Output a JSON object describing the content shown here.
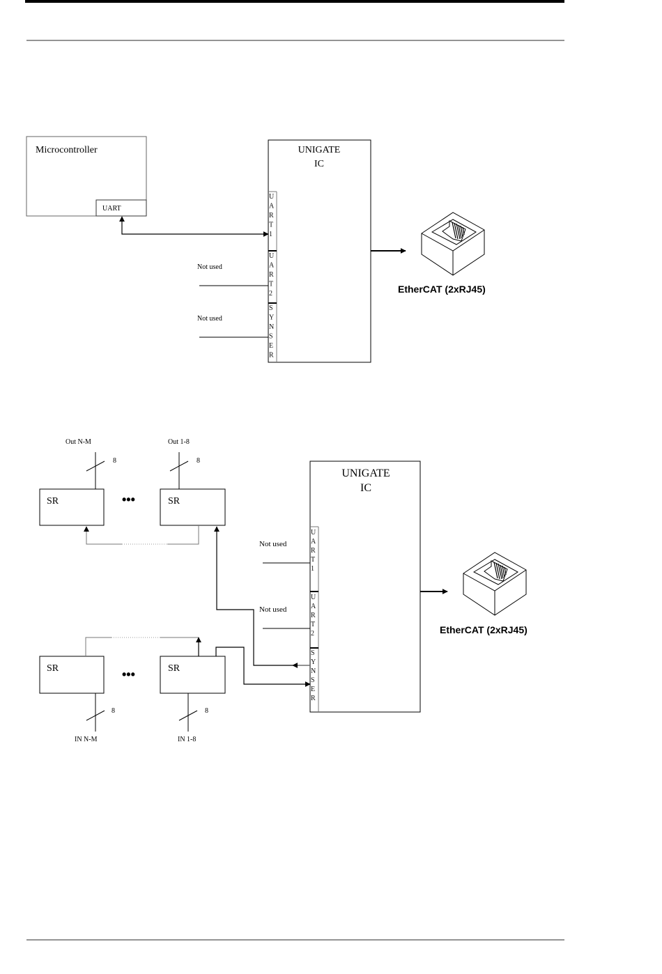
{
  "page": {
    "header_rule": "thick",
    "footer_rule": "thin"
  },
  "diagram1": {
    "microcontroller": {
      "label": "Microcontroller",
      "port_label": "UART"
    },
    "unigate": {
      "title_line1": "UNIGATE",
      "title_line2": "IC"
    },
    "ports": [
      {
        "name": "uart1",
        "letters": [
          "U",
          "A",
          "R",
          "T",
          "1"
        ]
      },
      {
        "name": "uart2",
        "letters": [
          "U",
          "A",
          "R",
          "T",
          "2"
        ]
      },
      {
        "name": "synser",
        "letters": [
          "S",
          "Y",
          "N",
          "S",
          "E",
          "R"
        ]
      }
    ],
    "not_used_1": "Not used",
    "not_used_2": "Not used",
    "ethercat_label": "EtherCAT (2xRJ45)",
    "connector_icon": "rj45-jack-icon"
  },
  "diagram2": {
    "unigate": {
      "title_line1": "UNIGATE",
      "title_line2": "IC"
    },
    "ports": [
      {
        "name": "uart1",
        "letters": [
          "U",
          "A",
          "R",
          "T",
          "1"
        ]
      },
      {
        "name": "uart2",
        "letters": [
          "U",
          "A",
          "R",
          "T",
          "2"
        ]
      },
      {
        "name": "synser",
        "letters": [
          "S",
          "Y",
          "N",
          "S",
          "E",
          "R"
        ]
      }
    ],
    "not_used_1": "Not used",
    "not_used_2": "Not used",
    "ethercat_label": "EtherCAT (2xRJ45)",
    "connector_icon": "rj45-jack-icon",
    "output_registers": [
      {
        "label": "SR",
        "bus_label": "Out  N-M",
        "bus_width": "8"
      },
      {
        "label": "SR",
        "bus_label": "Out  1-8",
        "bus_width": "8"
      }
    ],
    "input_registers": [
      {
        "label": "SR",
        "bus_label": "IN  N-M",
        "bus_width": "8"
      },
      {
        "label": "SR",
        "bus_label": "IN 1-8",
        "bus_width": "8"
      }
    ],
    "ellipsis": "•••"
  }
}
